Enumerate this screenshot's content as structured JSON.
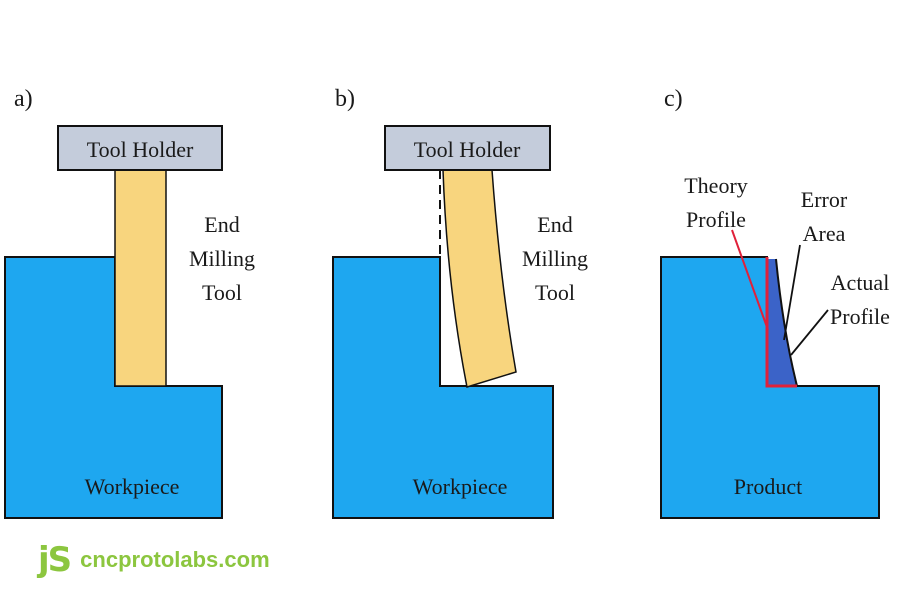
{
  "panels": [
    {
      "letter": "a)",
      "holder": "Tool Holder",
      "tool": [
        "End",
        "Milling",
        "Tool"
      ],
      "body": "Workpiece"
    },
    {
      "letter": "b)",
      "holder": "Tool Holder",
      "tool": [
        "End",
        "Milling",
        "Tool"
      ],
      "body": "Workpiece"
    },
    {
      "letter": "c)",
      "theory": [
        "Theory",
        "Profile"
      ],
      "error": [
        "Error",
        "Area"
      ],
      "actual": [
        "Actual",
        "Profile"
      ],
      "body": "Product"
    }
  ],
  "watermark": {
    "logo": "jS",
    "text": "cncprotolabs.com"
  },
  "colors": {
    "workpiece": "#1ea7f0",
    "tool": "#f8d57e",
    "holder": "#c4ccdb",
    "error_area": "#3b63c8",
    "theory_profile": "#e0213a",
    "watermark": "#8cc63f"
  }
}
